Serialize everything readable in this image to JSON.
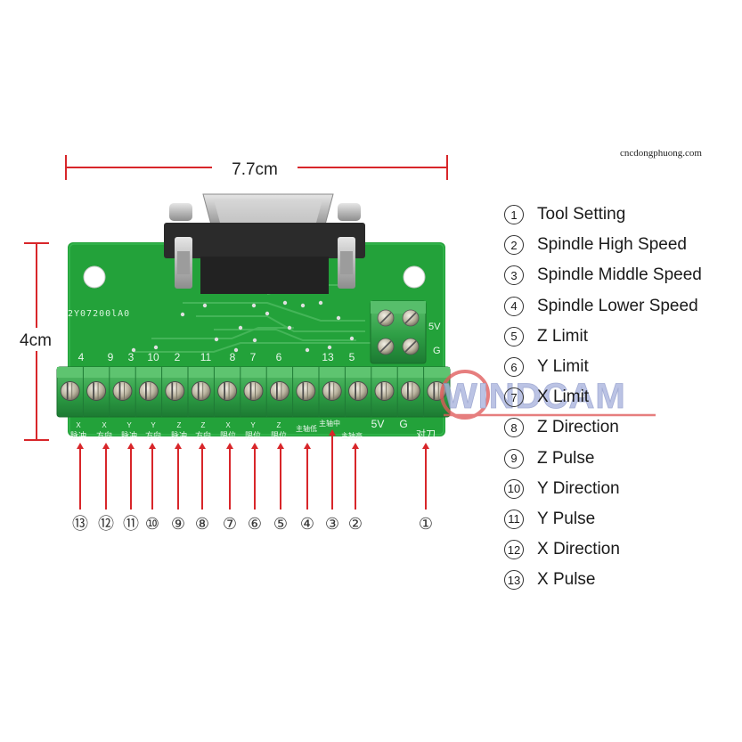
{
  "watermark_site": "cncdongphuong.com",
  "dimensions": {
    "width_label": "7.7cm",
    "height_label": "4cm"
  },
  "board": {
    "part_number": "2Y07200lA0",
    "watermark": "WINDCAM",
    "colors": {
      "pcb": "#23a23a",
      "terminal": "#2ea34a",
      "pointer": "#d8262a"
    },
    "top_pin_labels": [
      "4",
      "9",
      "3",
      "10",
      "2",
      "11",
      "8",
      "7",
      "6",
      "13",
      "5"
    ],
    "power_labels": {
      "v5": "5V",
      "gnd": "G"
    },
    "bottom_labels": {
      "x_pulse": "X\n脉冲",
      "x_dir": "X\n方向",
      "y_pulse": "Y\n脉冲",
      "y_dir": "Y\n方向",
      "z_pulse": "Z\n脉冲",
      "z_dir": "Z\n方向",
      "x_lim": "X\n限位",
      "y_lim": "Y\n限位",
      "z_lim": "Z\n限位",
      "sp_low": "主轴低",
      "sp_mid": "主轴中",
      "sp_high": "主轴高",
      "v5": "5V",
      "gnd": "G",
      "tool": "对刀"
    }
  },
  "callouts": [
    "⑬",
    "⑫",
    "⑪",
    "⑩",
    "⑨",
    "⑧",
    "⑦",
    "⑥",
    "⑤",
    "④",
    "③",
    "②",
    "①"
  ],
  "legend": [
    {
      "num": "1",
      "label": "Tool Setting"
    },
    {
      "num": "2",
      "label": "Spindle High Speed"
    },
    {
      "num": "3",
      "label": "Spindle Middle Speed"
    },
    {
      "num": "4",
      "label": "Spindle Lower Speed"
    },
    {
      "num": "5",
      "label": "Z Limit"
    },
    {
      "num": "6",
      "label": "Y Limit"
    },
    {
      "num": "7",
      "label": "X Limit"
    },
    {
      "num": "8",
      "label": "Z Direction"
    },
    {
      "num": "9",
      "label": "Z Pulse"
    },
    {
      "num": "10",
      "label": "Y Direction"
    },
    {
      "num": "11",
      "label": "Y Pulse"
    },
    {
      "num": "12",
      "label": "X Direction"
    },
    {
      "num": "13",
      "label": "X Pulse"
    }
  ]
}
